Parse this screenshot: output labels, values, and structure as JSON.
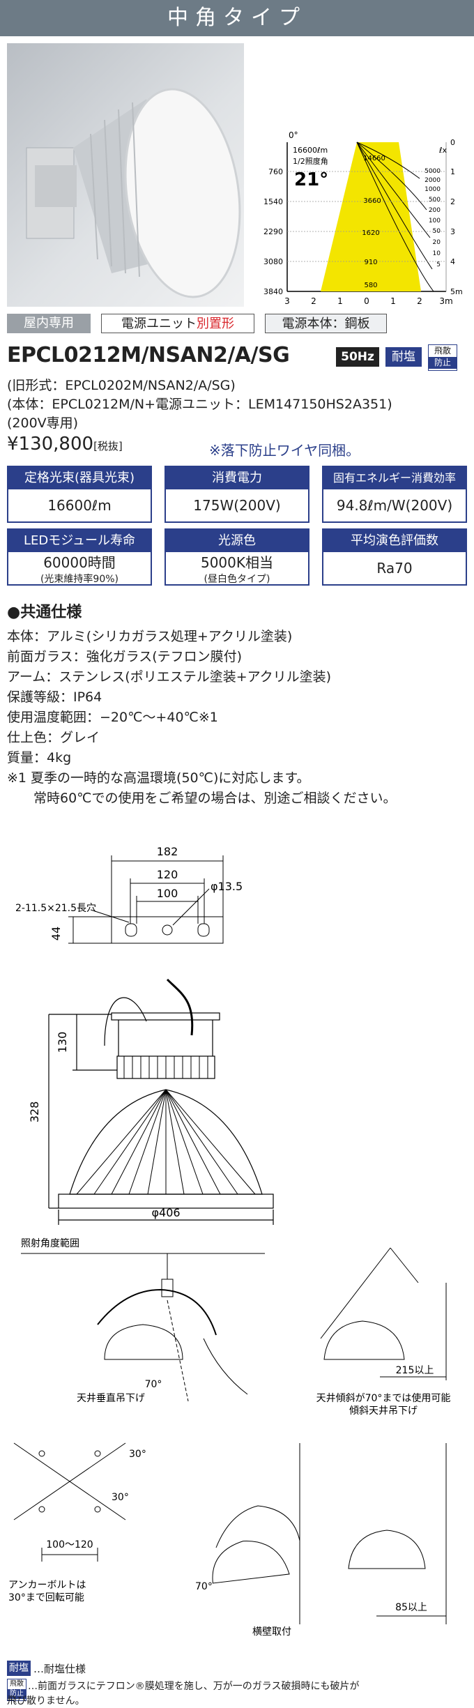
{
  "header": {
    "title": "中角タイプ"
  },
  "photo": {
    "alt_icon": "floodlight-photo"
  },
  "light_chart": {
    "angle_label": "0°",
    "lm_label": "16600ℓm",
    "lx_label": "ℓx",
    "half_angle_label": "1/2照度角",
    "half_angle_value": "21°",
    "distances": [
      "760",
      "1540",
      "2290",
      "3080",
      "3840"
    ],
    "iso_values": [
      "14660",
      "3660",
      "1620",
      "910",
      "580"
    ],
    "lux_scale": [
      "5000",
      "2000",
      "1000",
      "500",
      "200",
      "100",
      "50",
      "20",
      "10",
      "5"
    ],
    "right_ticks": [
      "0",
      "1",
      "2",
      "3",
      "4",
      "5m"
    ],
    "bottom_ticks": [
      "3",
      "2",
      "1",
      "0",
      "1",
      "2",
      "3m"
    ]
  },
  "tags": {
    "indoor": "屋内専用",
    "power_unit_prefix": "電源ユニット",
    "power_unit_highlight": "別置形",
    "body_material": "電源本体：鋼板"
  },
  "product": {
    "model": "EPCL0212M/NSAN2/A/SG",
    "hz_badge": "50Hz",
    "salt_badge": "耐塩",
    "anti_scatter_badge_top": "飛散",
    "anti_scatter_badge_bottom": "防止",
    "old_model": "(旧形式：EPCL0202M/NSAN2/A/SG)",
    "body_line": "(本体：EPCL0212M/N+電源ユニット：LEM147150HS2A351)",
    "voltage_note": "(200V専用)",
    "price": "¥130,800",
    "tax_note": "[税抜]",
    "wire_note": "※落下防止ワイヤ同梱。"
  },
  "specs": [
    {
      "label": "定格光束(器具光束)",
      "value": "16600ℓm",
      "sub": ""
    },
    {
      "label": "消費電力",
      "value": "175W(200V)",
      "sub": ""
    },
    {
      "label": "固有エネルギー消費効率",
      "value": "94.8ℓm/W(200V)",
      "sub": ""
    },
    {
      "label": "LEDモジュール寿命",
      "value": "60000時間",
      "sub": "(光束維持率90%)"
    },
    {
      "label": "光源色",
      "value": "5000K相当",
      "sub": "(昼白色タイプ)"
    },
    {
      "label": "平均演色評価数",
      "value": "Ra70",
      "sub": ""
    }
  ],
  "common": {
    "heading": "●共通仕様",
    "lines": [
      "本体：アルミ(シリカガラス処理+アクリル塗装)",
      "前面ガラス：強化ガラス(テフロン膜付)",
      "アーム：ステンレス(ポリエステル塗装+アクリル塗装)",
      "保護等級：IP64",
      "使用温度範囲：−20℃〜+40℃※1",
      "仕上色：グレイ",
      "質量：4kg",
      "※1 夏季の一時的な高温環境(50℃)に対応します。",
      "　　常時60℃での使用をご希望の場合は、別途ご相談ください。"
    ]
  },
  "bracket_drawing": {
    "dim_182": "182",
    "dim_120": "120",
    "dim_100": "100",
    "dim_hole": "φ13.5",
    "dim_slot": "2-11.5×21.5長穴",
    "dim_44": "44"
  },
  "fixture_drawing": {
    "dim_130": "130",
    "dim_328": "328",
    "dim_406": "φ406"
  },
  "angle_section": {
    "heading": "照射角度範囲",
    "ceiling_vertical": "天井垂直吊下げ",
    "angle_70_a": "70°",
    "dim_215": "215以上",
    "ceiling_tilt_line1": "天井傾斜が70°までは使用可能",
    "ceiling_tilt_line2": "傾斜天井吊下げ",
    "anchor_30a": "30°",
    "anchor_30b": "30°",
    "anchor_dim": "100〜120",
    "anchor_note_line1": "アンカーボルトは",
    "anchor_note_line2": "30°まで回転可能",
    "angle_70_b": "70°",
    "wall_mount": "横壁取付",
    "dim_85": "85以上"
  },
  "footnotes": {
    "salt_badge": "耐塩",
    "salt_text": "…耐塩仕様",
    "scatter_badge_top": "飛散",
    "scatter_badge_bottom": "防止",
    "scatter_text_line1": "…前面ガラスにテフロン®膜処理を施し、万が一のガラス破損時にも破片が",
    "scatter_text_line2": "飛び散りません。"
  },
  "colors": {
    "title_bar": "#6d7b86",
    "spec_blue": "#2b3f8a",
    "red": "#d9262c",
    "chart_yellow": "#f3e500"
  }
}
